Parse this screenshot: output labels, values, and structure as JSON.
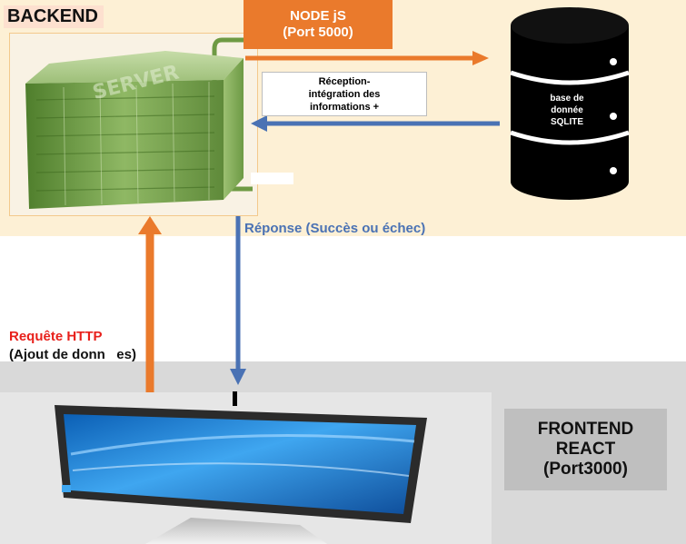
{
  "backend": {
    "label": "BACKEND"
  },
  "node": {
    "line1": "NODE jS",
    "line2": "(Port 5000)"
  },
  "server": {
    "engraving": "SERVER"
  },
  "reception": {
    "line1": "Réception-",
    "line2": "intégration des",
    "line3": "informations +"
  },
  "database": {
    "line1": "base de",
    "line2": "donnée",
    "line3": "SQLITE"
  },
  "response": {
    "label": "Réponse (Succès ou échec)"
  },
  "request": {
    "line1": "Requête HTTP",
    "line2": "(Ajout de donn   es)"
  },
  "frontend": {
    "line1": "FRONTEND",
    "line2": "REACT",
    "line3": "(Port3000)"
  },
  "colors": {
    "backend_bg": "#fdf0d5",
    "frontend_bg": "#d9d9d9",
    "node_orange": "#ea7a2c",
    "arrow_blue": "#4a72b4",
    "request_red": "#e8201b",
    "server_green": "#7fa552"
  }
}
